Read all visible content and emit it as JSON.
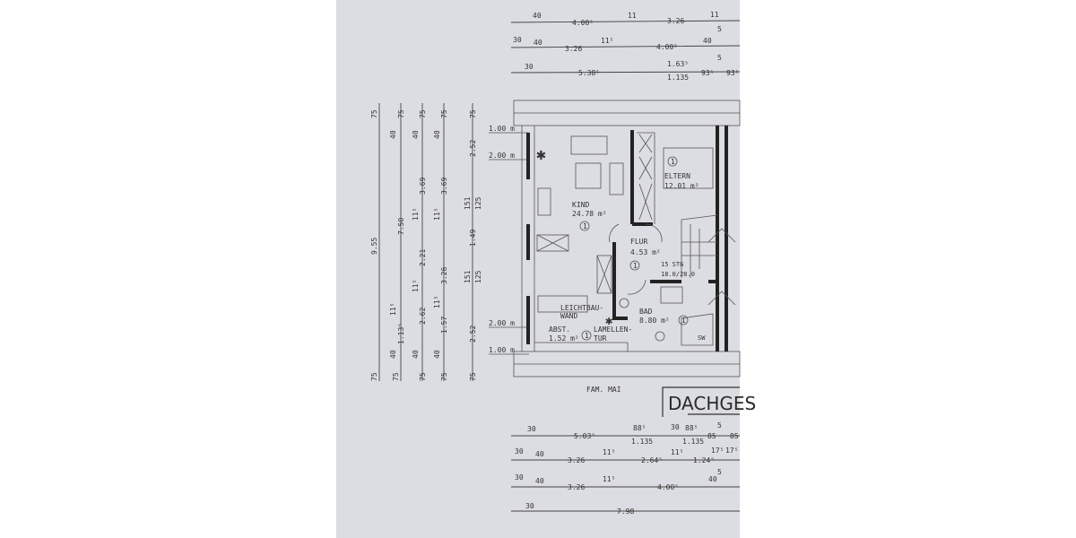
{
  "plan": {
    "owner": "FAM. MAI",
    "title": "DACHGES",
    "paper_color": "#dcdde2",
    "rooms": [
      {
        "name": "KIND",
        "area": "24.78 m²",
        "marker": "1"
      },
      {
        "name": "ELTERN",
        "area": "12.01 m²",
        "marker": "1"
      },
      {
        "name": "FLUR",
        "area": "4.53 m²",
        "marker": "1"
      },
      {
        "name": "BAD",
        "area": "8.80 m²",
        "marker": "1"
      },
      {
        "name": "ABST.",
        "area": "1.52 m²",
        "marker": "1"
      }
    ],
    "labels": {
      "wall1": "LEICHTBAU-",
      "wall2": "WAND",
      "door1": "LAMELLEN-",
      "door2": "TUR",
      "stairs1": "15 STG",
      "stairs2": "18.0/28.0",
      "tub": "SW"
    },
    "heights": [
      "1.00 m",
      "2.00 m",
      "2.00 m",
      "1.00 m"
    ]
  },
  "dims": {
    "top1": [
      "40",
      "4.00⁵",
      "11",
      "3.26",
      "11",
      "5"
    ],
    "top2": [
      "30",
      "40",
      "3.26",
      "11⁵",
      "4.00⁵",
      "40"
    ],
    "top3": [
      "30",
      "5.38⁵",
      "1.63⁵",
      "1.135",
      "93⁵",
      "5",
      "93⁵"
    ],
    "bot1": [
      "30",
      "5.03⁵",
      "88⁵",
      "1.135",
      "30",
      "88⁵",
      "1.135",
      "85",
      "5",
      "85"
    ],
    "bot2": [
      "30",
      "40",
      "3.26",
      "11⁵",
      "2.64⁵",
      "11⁵",
      "1.24⁵",
      "17⁵",
      "17⁵"
    ],
    "bot3": [
      "30",
      "40",
      "3.26",
      "11⁵",
      "4.00⁵",
      "40",
      "5"
    ],
    "bot4": [
      "30",
      "7.98"
    ],
    "col1": [
      "75",
      "9.55",
      "75"
    ],
    "col2": [
      "75",
      "40",
      "1.13⁵",
      "11⁵",
      "7.50",
      "40",
      "75"
    ],
    "col3": [
      "75",
      "40",
      "2.62",
      "11⁵",
      "2.21",
      "11⁵",
      "3.69",
      "40",
      "75"
    ],
    "col4": [
      "75",
      "40",
      "1.57",
      "11⁵",
      "3.26",
      "11⁵",
      "3.69",
      "40",
      "75"
    ],
    "col5": [
      "75",
      "2.52",
      "151",
      "125",
      "1.49",
      "151",
      "125",
      "2.52",
      "75"
    ]
  }
}
